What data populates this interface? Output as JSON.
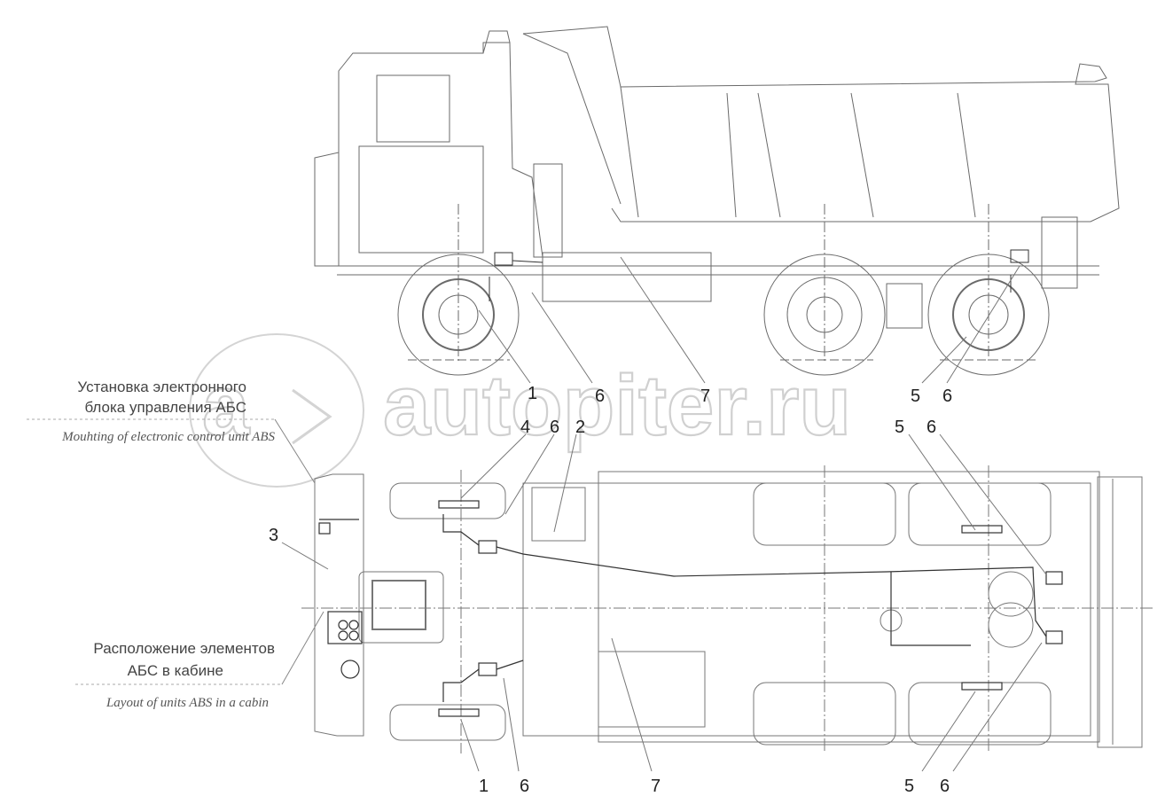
{
  "annotations": {
    "ecu_ru_line1": "Установка электронного",
    "ecu_ru_line2": "блока управления АБС",
    "ecu_en": "Mouhting of electronic control unit ABS",
    "cabin_ru_line1": "Расположение элементов",
    "cabin_ru_line2": "АБС в кабине",
    "cabin_en": "Layout of units ABS in a cabin"
  },
  "watermark": "autopiter.ru",
  "callouts": {
    "side": [
      "1",
      "6",
      "7",
      "5",
      "6"
    ],
    "top_upper": [
      "4",
      "6",
      "2",
      "5",
      "6"
    ],
    "left": [
      "3"
    ],
    "bottom": [
      "1",
      "6",
      "7",
      "5",
      "6"
    ]
  },
  "colors": {
    "line": "#555555",
    "line_light": "#a8a8a8",
    "watermark": "#d0d0d0"
  }
}
